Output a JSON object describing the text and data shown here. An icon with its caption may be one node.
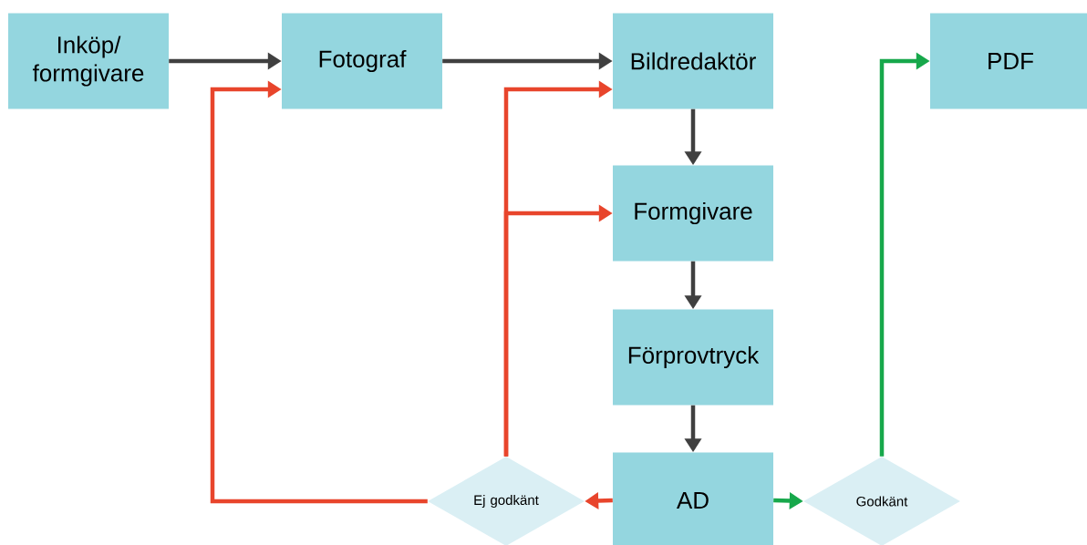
{
  "diagram": {
    "nodes": [
      {
        "text": [
          "Inköp/ formgivare"
        ]
      },
      {
        "text": [
          "Fotograf"
        ]
      },
      {
        "text": [
          "Bildredaktör"
        ]
      },
      {
        "text": [
          "PDF"
        ]
      },
      {
        "text": [
          "Formgivare"
        ]
      },
      {
        "text": [
          "Förprovtryck"
        ]
      },
      {
        "text": [
          "Ej godkänt"
        ]
      },
      {
        "text": [
          "AD"
        ]
      },
      {
        "text": [
          "Godkänt"
        ]
      }
    ],
    "edges": [
      {
        "from": 0,
        "to": 1,
        "arrow": "to"
      },
      {
        "from": 1,
        "to": 2,
        "arrow": "to"
      },
      {
        "from": 2,
        "to": 4,
        "arrow": "to"
      },
      {
        "from": 4,
        "to": 5,
        "arrow": "to"
      },
      {
        "from": 5,
        "to": 7,
        "arrow": "to"
      },
      {
        "from": 7,
        "to": 6,
        "arrow": "to",
        "color": "#e8452c"
      },
      {
        "from": 7,
        "to": 8,
        "arrow": "to",
        "color": "#17a84b"
      },
      {
        "from": 8,
        "to": 3,
        "arrow": "to",
        "color": "#17a84b"
      },
      {
        "from": 6,
        "to": 1,
        "arrow": "to",
        "color": "#e8452c"
      },
      {
        "from": 6,
        "to": 2,
        "arrow": "to",
        "color": "#e8452c"
      },
      {
        "from": 6,
        "to": 4,
        "arrow": "to",
        "color": "#e8452c"
      }
    ]
  }
}
